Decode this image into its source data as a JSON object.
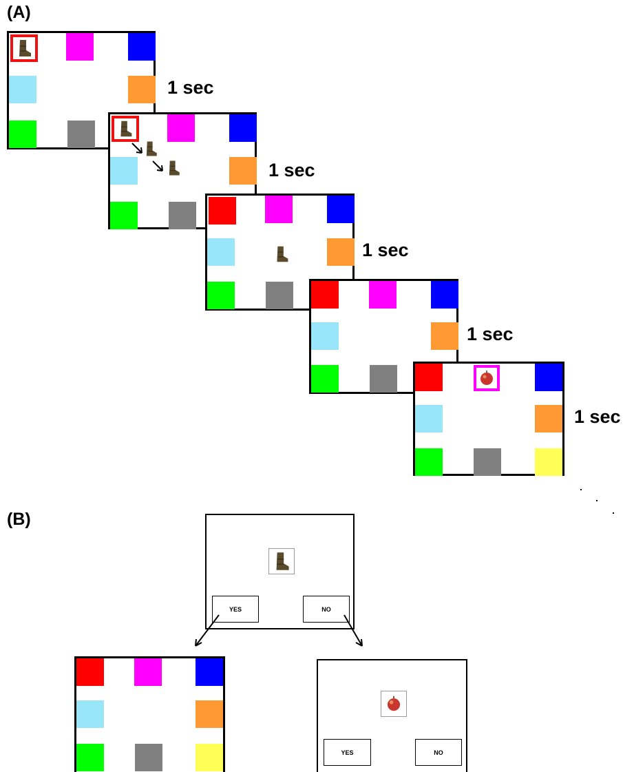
{
  "panel_a": {
    "label": "(A)"
  },
  "panel_b": {
    "label": "(B)"
  },
  "durations": [
    "1 sec",
    "1 sec",
    "1 sec",
    "1 sec",
    "1 sec"
  ],
  "colors": {
    "red": "#ff0000",
    "magenta": "#ff00ff",
    "blue": "#0000ff",
    "light_blue": "#99e5fa",
    "orange": "#ff9933",
    "green": "#00ff00",
    "gray": "#808080",
    "yellow": "#ffff55",
    "boot": "#5a4b2c",
    "apple": "#c8372d"
  },
  "icons": {
    "boot": "boot-icon",
    "apple": "apple-icon"
  },
  "query": {
    "yes_label": "YES",
    "no_label": "NO"
  }
}
